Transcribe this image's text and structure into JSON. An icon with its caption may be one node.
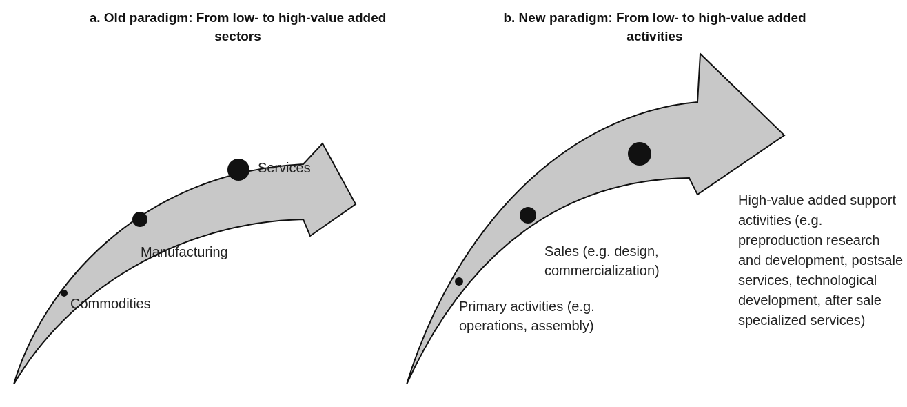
{
  "diagram": {
    "labels": [
      "a. Old paradigm: From low- to high-value added sectors",
      "b. New paradigm: From low- to high-value added activities",
      "Services",
      "Manufacturing",
      "Commodities",
      "Sales (e.g. design, commercialization)",
      "Primary activities (e.g. operations, assembly)",
      "High-value added support activities (e.g. preproduction research and development, postsale services, technological development, after sale specialized services)"
    ]
  }
}
